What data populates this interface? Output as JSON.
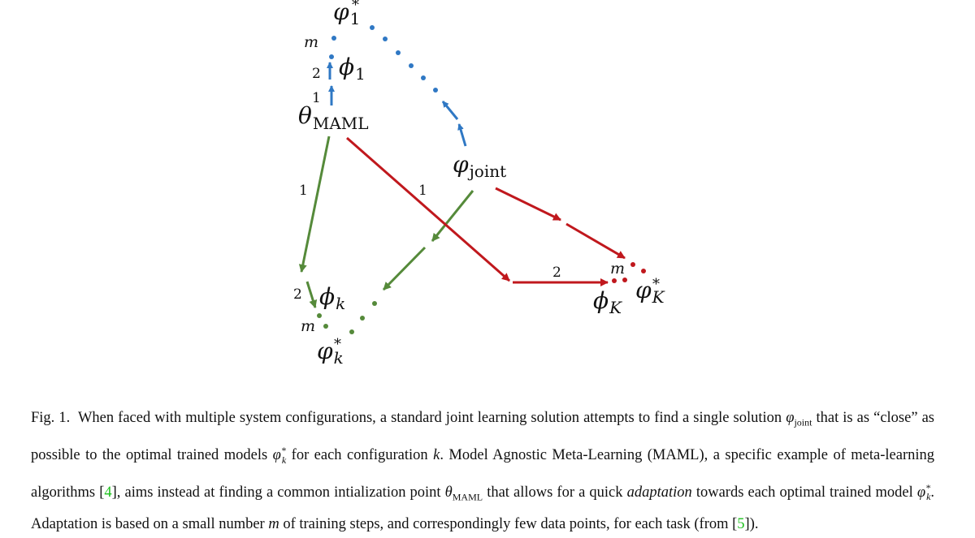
{
  "figure": {
    "colors": {
      "blue": "#2f78c4",
      "red": "#c0181d",
      "green": "#558a3a",
      "text": "#111111"
    },
    "labels": {
      "phi1_star_sym": "φ",
      "phi1_star_sub": "1",
      "phi1_star_sup": "*",
      "phi1_sym": "ϕ",
      "phi1_sub": "1",
      "theta_sym": "θ",
      "theta_sub": "MAML",
      "joint_sym": "φ",
      "joint_sub": "joint",
      "phik_sym": "ϕ",
      "phik_sub": "k",
      "phikstar_sym": "φ",
      "phikstar_sub": "k",
      "phikstar_sup": "*",
      "phiK_sym": "ϕ",
      "phiK_sub": "K",
      "phiKstar_sym": "φ",
      "phiKstar_sub": "K",
      "phiKstar_sup": "*",
      "m_top": "m",
      "m_bottom_left": "m",
      "m_right": "m",
      "step1_top": "1",
      "step2_top": "2",
      "step1_green": "1",
      "step2_green": "2",
      "step1_red": "1",
      "step2_red": "2"
    }
  },
  "caption": {
    "fig_label": "Fig. 1.",
    "p1": "When faced with multiple system configurations, a standard joint learning solution attempts to find a single solution",
    "phi": "φ",
    "joint_sub": "joint",
    "p2": "that is as “close” as possible to the optimal trained models",
    "k_sub": "k",
    "star": "*",
    "p3": "for each configuration",
    "k": "k",
    "p4": ". Model Agnostic Meta-Learning (MAML), a specific example of meta-learning algorithms [",
    "ref1": "4",
    "p5": "], aims instead at finding a common intialization point",
    "theta": "θ",
    "maml_sub": "MAML",
    "p6": "that allows for a quick",
    "adaptation": "adaptation",
    "p7": "towards each optimal trained model",
    "p8": ". Adaptation is based on a small number",
    "m": "m",
    "p9": "of training steps, and correspondingly few data points, for each task (from [",
    "ref2": "5",
    "p10": "])."
  }
}
